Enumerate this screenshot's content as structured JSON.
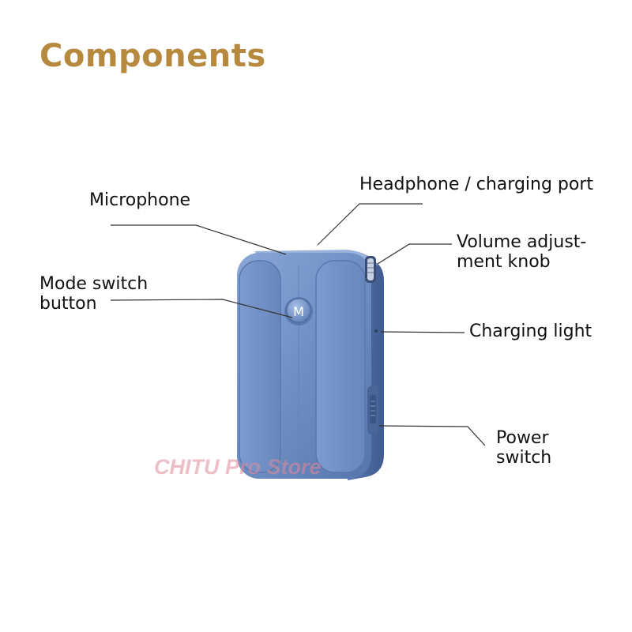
{
  "title": "Components",
  "colors": {
    "title": "#b6893e",
    "device_body": "#6f8fc4",
    "device_dark": "#4f6da3",
    "device_light": "#9fb8e0",
    "leader_line": "#333333",
    "watermark": "#e08a9a"
  },
  "labels": {
    "microphone": "Microphone",
    "headphone_port": "Headphone / charging port",
    "volume_knob_line1": "Volume adjust-",
    "volume_knob_line2": "ment knob",
    "mode_switch_line1": "Mode switch",
    "mode_switch_line2": "button",
    "charging_light": "Charging light",
    "power_switch_line1": "Power",
    "power_switch_line2": "switch"
  },
  "device": {
    "mode_button_letter": "M"
  },
  "watermark": "CHITU Pro Store",
  "icons": {
    "device": "clip-on-microphone-device"
  }
}
